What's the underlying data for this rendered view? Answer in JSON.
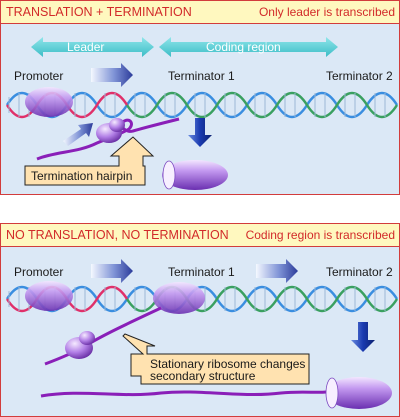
{
  "top": {
    "title_left": "TRANSLATION + TERMINATION",
    "title_right": "Only leader is transcribed",
    "leader_label": "Leader",
    "coding_label": "Coding region",
    "promoter": "Promoter",
    "terminator1": "Terminator 1",
    "terminator2": "Terminator 2",
    "callout": "Termination hairpin"
  },
  "bottom": {
    "title_left": "NO TRANSLATION, NO TERMINATION",
    "title_right": "Coding region is transcribed",
    "promoter": "Promoter",
    "terminator1": "Terminator 1",
    "terminator2": "Terminator 2",
    "callout_line1": "Stationary ribosome changes",
    "callout_line2": "secondary structure"
  },
  "colors": {
    "border": "#d23c3c",
    "header_bg": "#fff8bf",
    "panel_bg": "#dbe8f6",
    "dna_red": "#e0306a",
    "dna_blue": "#3a8ee0",
    "dna_green": "#3aa060",
    "rna": "#8a1fb8",
    "polymerase": "#a070d8",
    "callout_bg": "#ffe2b0"
  },
  "icons": [
    "double-arrow-icon",
    "rightward-arrow-icon",
    "down-arrow-icon",
    "rna-polymerase-icon",
    "ribosome-icon",
    "callout-arrow-icon"
  ]
}
